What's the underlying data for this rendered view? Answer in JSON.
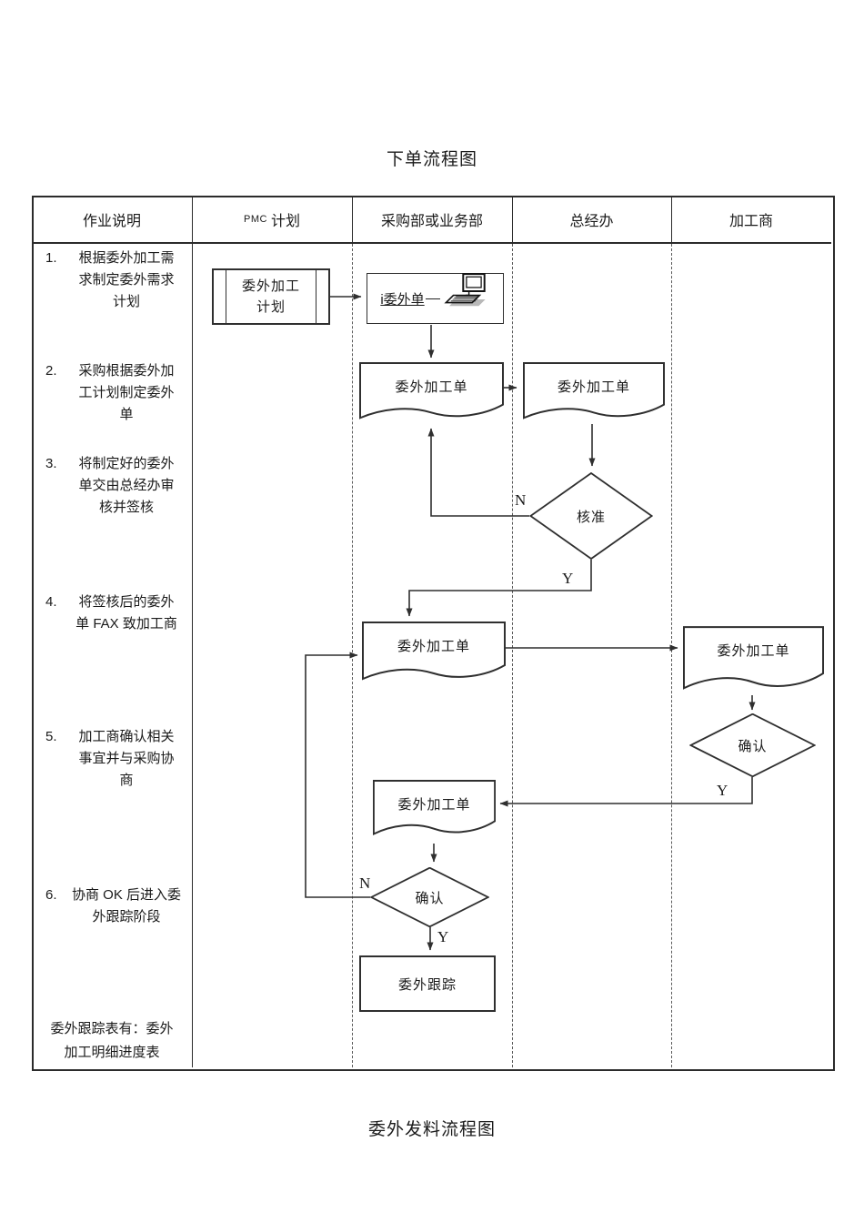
{
  "page": {
    "title_top": "下单流程图",
    "title_bottom": "委外发料流程图"
  },
  "colors": {
    "line": "#2f2f2f",
    "border": "#2b2b2b",
    "text": "#1a1a1a",
    "background": "#ffffff"
  },
  "table": {
    "columns": [
      {
        "label": "作业说明"
      },
      {
        "label_small": "PMC",
        "label": "计划"
      },
      {
        "label": "采购部或业务部"
      },
      {
        "label": "总经办"
      },
      {
        "label": "加工商"
      }
    ]
  },
  "steps": [
    {
      "no": "1.",
      "text": "根据委外加工需\n求制定委外需求\n计划"
    },
    {
      "no": "2.",
      "text": "采购根据委外加\n工计划制定委外\n单"
    },
    {
      "no": "3.",
      "text": "将制定好的委外\n单交由总经办审\n核并签核"
    },
    {
      "no": "4.",
      "text": "将签核后的委外\n单 FAX 致加工商"
    },
    {
      "no": "5.",
      "text": "加工商确认相关\n事宜并与采购协\n商"
    },
    {
      "no": "6.",
      "text": "协商 OK 后进入委\n外跟踪阶段"
    }
  ],
  "footnote": "委外跟踪表有：委外\n加工明细进度表",
  "shapes": {
    "pmc_plan": "委外加工\n计划",
    "system_entry": "i委外单",
    "doc_order": "委外加工单",
    "approve": "核准",
    "confirm": "确认",
    "track": "委外跟踪",
    "label_n": "N",
    "label_y": "Y"
  }
}
